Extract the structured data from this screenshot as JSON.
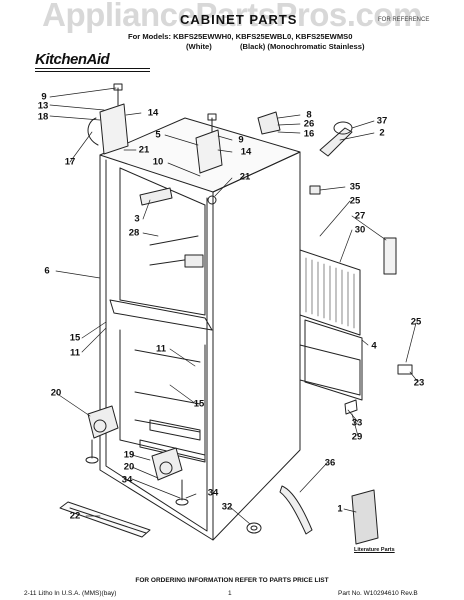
{
  "watermark": "AppliancePartsPros.com",
  "header": {
    "title": "CABINET PARTS",
    "for_reference": "FOR REFERENCE",
    "models_line": "For Models: KBFS25EWWH0, KBFS25EWBL0, KBFS25EWMS0",
    "color_white": "(White)",
    "color_black": "(Black) (Monochromatic Stainless)"
  },
  "brand": {
    "name": "KitchenAid",
    "rule_color": "#111111"
  },
  "callouts": [
    "9",
    "13",
    "18",
    "14",
    "17",
    "5",
    "9",
    "10",
    "21",
    "14",
    "21",
    "8",
    "26",
    "16",
    "37",
    "2",
    "3",
    "28",
    "35",
    "25",
    "27",
    "30",
    "6",
    "15",
    "11",
    "4",
    "25",
    "11",
    "15",
    "23",
    "20",
    "33",
    "29",
    "19",
    "20",
    "34",
    "36",
    "22",
    "34",
    "32",
    "1"
  ],
  "literature_label": "Literature Parts",
  "order_note": "FOR ORDERING INFORMATION REFER TO PARTS PRICE LIST",
  "footer": {
    "left": "2-11 Litho In U.S.A. (MMS)(bay)",
    "center": "1",
    "right": "Part No. W10294610 Rev.B"
  },
  "colors": {
    "line": "#222222",
    "grille": "#555555",
    "watermark": "#d8d8d8"
  }
}
